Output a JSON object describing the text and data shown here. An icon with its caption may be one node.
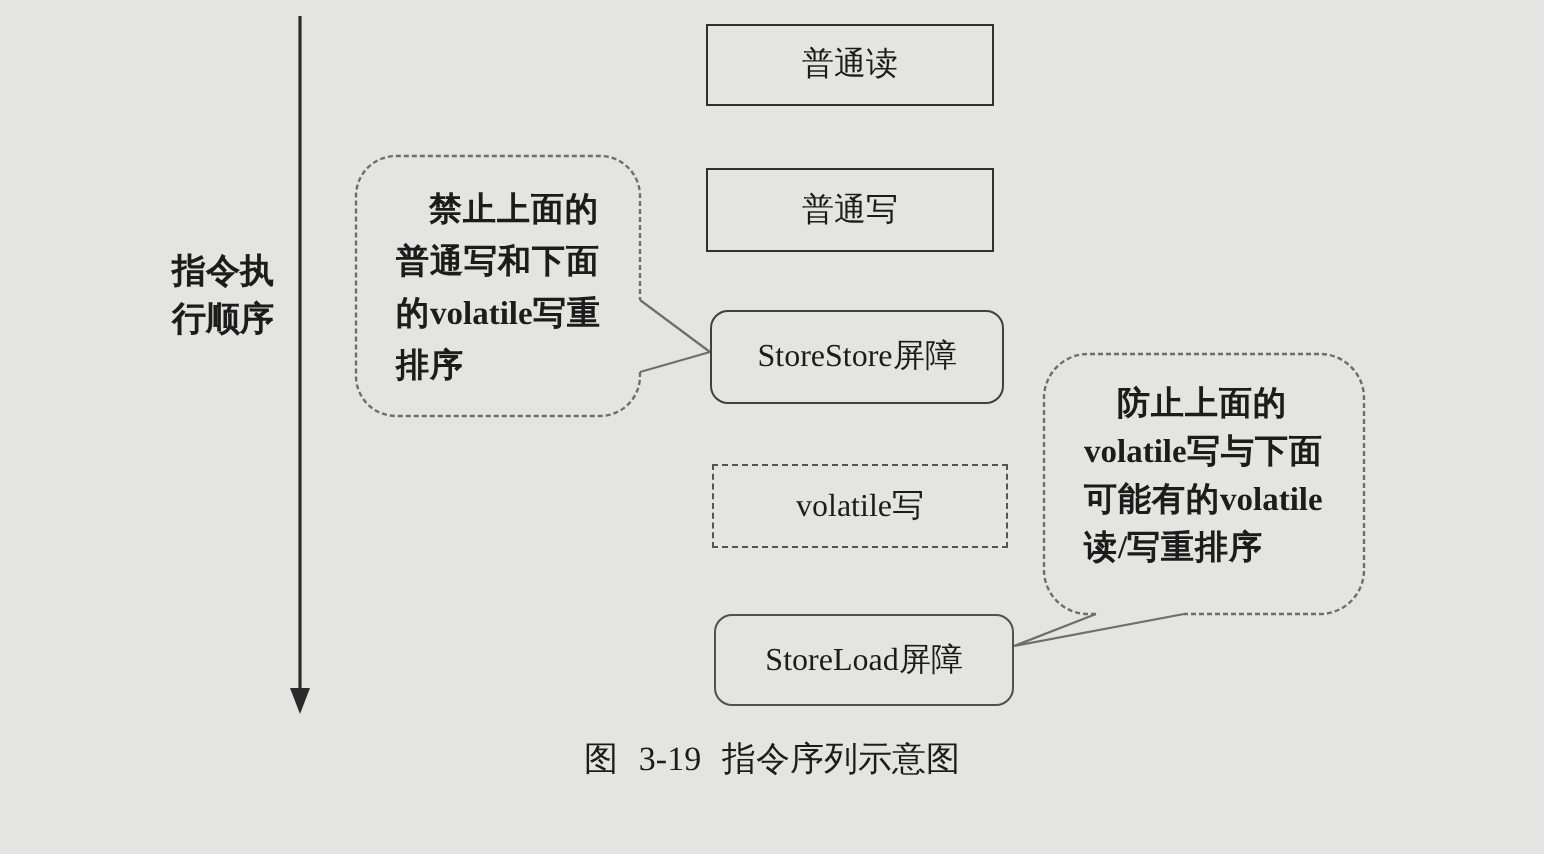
{
  "diagram": {
    "caption": "图 3-19 指令序列示意图",
    "nodes": [
      {
        "text": [
          "普通读"
        ]
      },
      {
        "text": [
          "普通写"
        ]
      },
      {
        "text": [
          "禁止上面的普通写和下面的volatile写重排序"
        ]
      },
      {
        "text": [
          "StoreStore屏障"
        ]
      },
      {
        "text": [
          "volatile写"
        ]
      },
      {
        "text": [
          "防止上面的volatile写与下面可能有的volatile读/写重排序"
        ]
      },
      {
        "text": [
          "StoreLoad屏障"
        ]
      }
    ],
    "edges": [
      {
        "from": 2,
        "to": 3,
        "arrow": "none"
      },
      {
        "from": 5,
        "to": 6,
        "arrow": "none"
      }
    ],
    "labels": [
      "指令执行顺序"
    ]
  }
}
